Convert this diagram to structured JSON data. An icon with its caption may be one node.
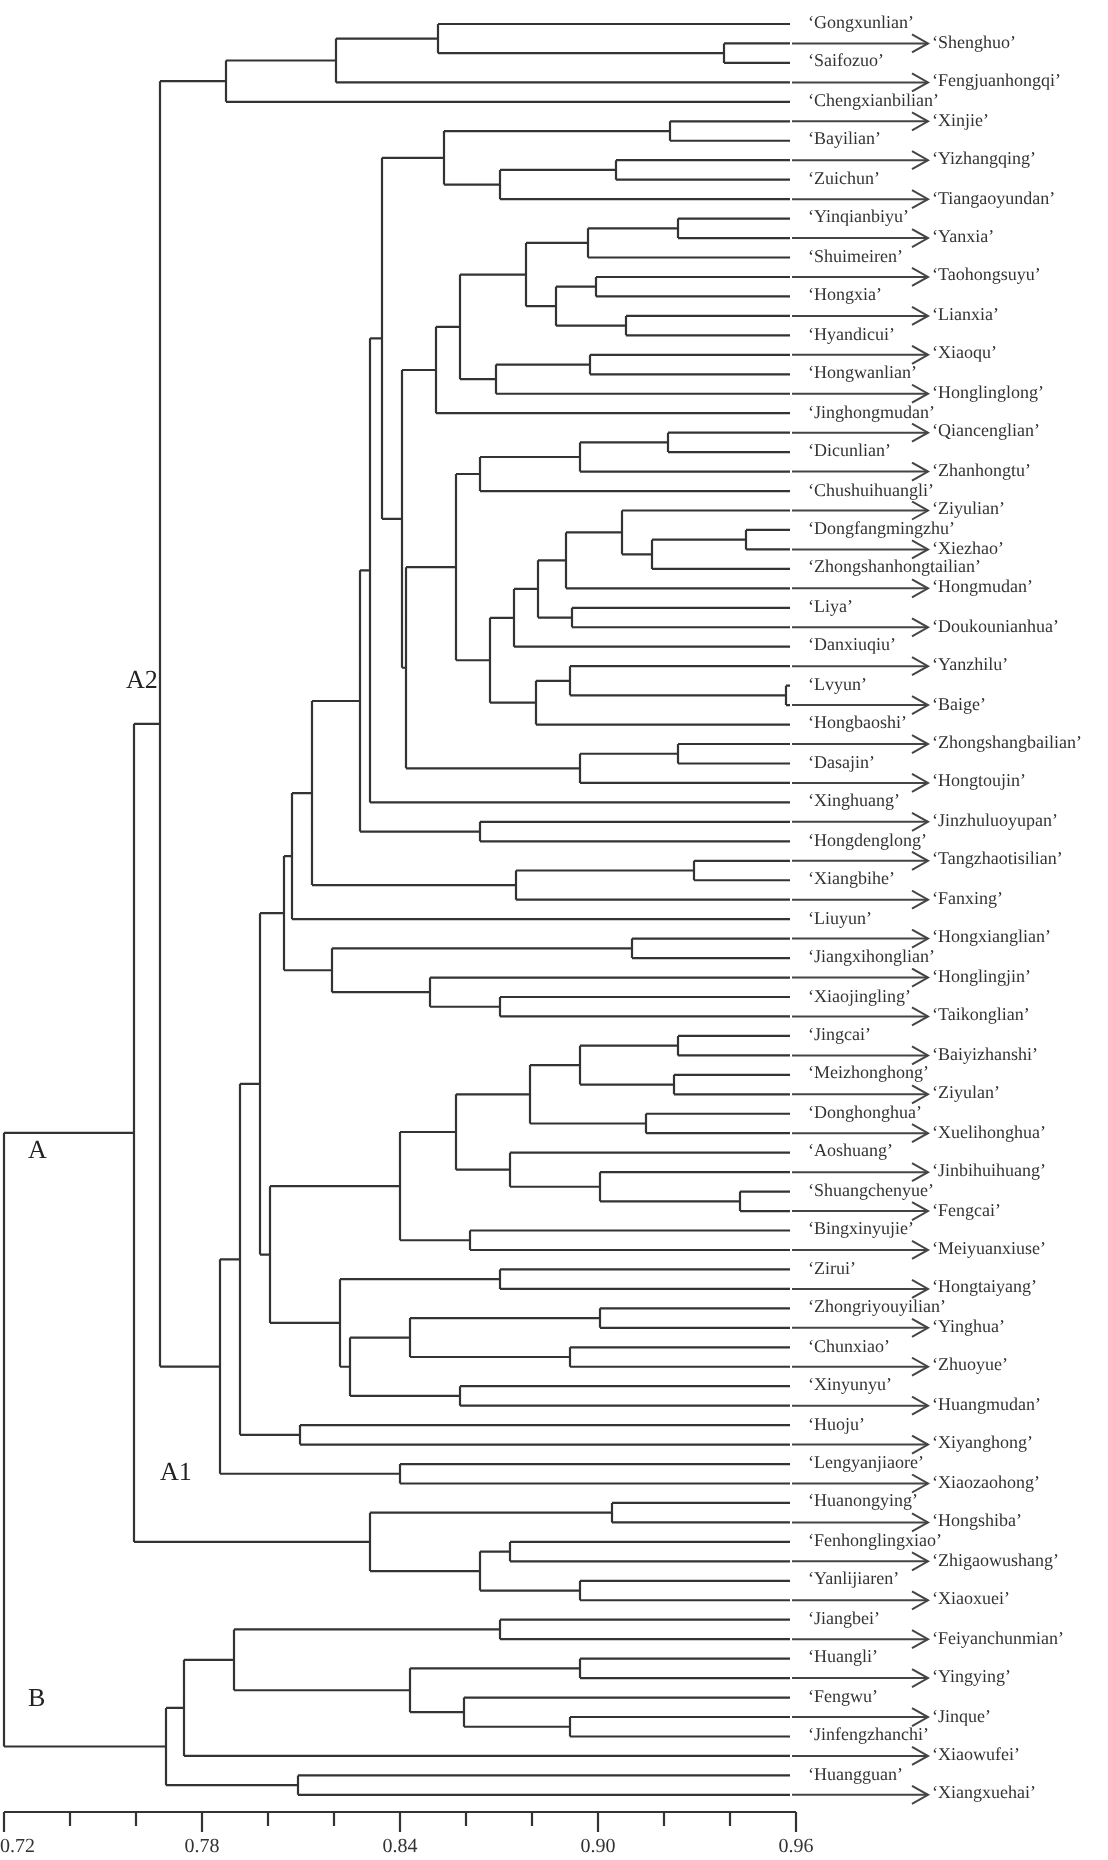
{
  "diagram": {
    "nodes": [
      {
        "text": [
          "‘Shenghuo’"
        ]
      },
      {
        "text": [
          "‘Fengjuanhongqi’"
        ]
      },
      {
        "text": [
          "‘Xinjie’"
        ]
      },
      {
        "text": [
          "‘Yizhangqing’"
        ]
      },
      {
        "text": [
          "‘Tiangaoyundan’"
        ]
      },
      {
        "text": [
          "‘Yanxia’"
        ]
      },
      {
        "text": [
          "‘Taohongsuyu’"
        ]
      },
      {
        "text": [
          "‘Lianxia’"
        ]
      },
      {
        "text": [
          "‘Xiaoqu’"
        ]
      },
      {
        "text": [
          "‘Honglinglong’"
        ]
      },
      {
        "text": [
          "‘Qiancenglian’"
        ]
      },
      {
        "text": [
          "‘Zhanhongtu’"
        ]
      },
      {
        "text": [
          "‘Ziyulian’"
        ]
      },
      {
        "text": [
          "‘Xiezhao’"
        ]
      },
      {
        "text": [
          "‘Hongmudan’"
        ]
      },
      {
        "text": [
          "‘Doukounianhua’"
        ]
      },
      {
        "text": [
          "‘Yanzhilu’"
        ]
      },
      {
        "text": [
          "‘Baige’"
        ]
      },
      {
        "text": [
          "‘Zhongshangbailian’"
        ]
      },
      {
        "text": [
          "‘Hongtoujin’"
        ]
      },
      {
        "text": [
          "‘Jinzhuluoyupan’"
        ]
      },
      {
        "text": [
          "‘Tangzhaotisilian’"
        ]
      },
      {
        "text": [
          "‘Fanxing’"
        ]
      },
      {
        "text": [
          "‘Hongxianglian’"
        ]
      },
      {
        "text": [
          "‘Honglingjin’"
        ]
      },
      {
        "text": [
          "‘Taikonglian’"
        ]
      },
      {
        "text": [
          "‘Baiyizhanshi’"
        ]
      },
      {
        "text": [
          "‘Ziyulan’"
        ]
      },
      {
        "text": [
          "‘Xuelihonghua’"
        ]
      },
      {
        "text": [
          "‘Jinbihuihuang’"
        ]
      },
      {
        "text": [
          "‘Fengcai’"
        ]
      },
      {
        "text": [
          "‘Meiyuanxiuse’"
        ]
      },
      {
        "text": [
          "‘Hongtaiyang’"
        ]
      },
      {
        "text": [
          "‘Yinghua’"
        ]
      },
      {
        "text": [
          "‘Zhuoyue’"
        ]
      },
      {
        "text": [
          "‘Huangmudan’"
        ]
      },
      {
        "text": [
          "‘Xiyanghong’"
        ]
      },
      {
        "text": [
          "‘Xiaozaohong’"
        ]
      },
      {
        "text": [
          "‘Hongshiba’"
        ]
      },
      {
        "text": [
          "‘Zhigaowushang’"
        ]
      },
      {
        "text": [
          "‘Xiaoxuei’"
        ]
      },
      {
        "text": [
          "‘Feiyanchunmian’"
        ]
      },
      {
        "text": [
          "‘Yingying’"
        ]
      },
      {
        "text": [
          "‘Jinque’"
        ]
      },
      {
        "text": [
          "‘Xiaowufei’"
        ]
      },
      {
        "text": [
          "‘Xiangxuehai’"
        ]
      }
    ],
    "edges": [
      {
        "from": null,
        "to": 0,
        "arrow": "to"
      },
      {
        "from": null,
        "to": 1,
        "arrow": "to"
      },
      {
        "from": null,
        "to": 2,
        "arrow": "to"
      },
      {
        "from": null,
        "to": 3,
        "arrow": "to"
      },
      {
        "from": null,
        "to": 4,
        "arrow": "to"
      },
      {
        "from": null,
        "to": 5,
        "arrow": "to"
      },
      {
        "from": null,
        "to": 6,
        "arrow": "to"
      },
      {
        "from": null,
        "to": 7,
        "arrow": "to"
      },
      {
        "from": null,
        "to": 8,
        "arrow": "to"
      },
      {
        "from": null,
        "to": 9,
        "arrow": "to"
      },
      {
        "from": null,
        "to": 10,
        "arrow": "to"
      },
      {
        "from": null,
        "to": 11,
        "arrow": "to"
      },
      {
        "from": null,
        "to": 12,
        "arrow": "to"
      },
      {
        "from": null,
        "to": 13,
        "arrow": "to"
      },
      {
        "from": null,
        "to": 14,
        "arrow": "to"
      },
      {
        "from": null,
        "to": 15,
        "arrow": "to"
      },
      {
        "from": null,
        "to": 16,
        "arrow": "to"
      },
      {
        "from": null,
        "to": 17,
        "arrow": "to"
      },
      {
        "from": null,
        "to": 18,
        "arrow": "to"
      },
      {
        "from": null,
        "to": 19,
        "arrow": "to"
      },
      {
        "from": null,
        "to": 20,
        "arrow": "to"
      },
      {
        "from": null,
        "to": 21,
        "arrow": "to"
      },
      {
        "from": null,
        "to": 22,
        "arrow": "to"
      },
      {
        "from": null,
        "to": 23,
        "arrow": "to"
      },
      {
        "from": null,
        "to": 24,
        "arrow": "to"
      },
      {
        "from": null,
        "to": 25,
        "arrow": "to"
      },
      {
        "from": null,
        "to": 26,
        "arrow": "to"
      },
      {
        "from": null,
        "to": 27,
        "arrow": "to"
      },
      {
        "from": null,
        "to": 28,
        "arrow": "to"
      },
      {
        "from": null,
        "to": 29,
        "arrow": "to"
      },
      {
        "from": null,
        "to": 30,
        "arrow": "to"
      },
      {
        "from": null,
        "to": 31,
        "arrow": "to"
      },
      {
        "from": null,
        "to": 32,
        "arrow": "to"
      },
      {
        "from": null,
        "to": 33,
        "arrow": "to"
      },
      {
        "from": null,
        "to": 34,
        "arrow": "to"
      },
      {
        "from": null,
        "to": 35,
        "arrow": "to"
      },
      {
        "from": null,
        "to": 36,
        "arrow": "to"
      },
      {
        "from": null,
        "to": 37,
        "arrow": "to"
      },
      {
        "from": null,
        "to": 38,
        "arrow": "to"
      },
      {
        "from": null,
        "to": 39,
        "arrow": "to"
      },
      {
        "from": null,
        "to": 40,
        "arrow": "to"
      },
      {
        "from": null,
        "to": 41,
        "arrow": "to"
      },
      {
        "from": null,
        "to": 42,
        "arrow": "to"
      },
      {
        "from": null,
        "to": 43,
        "arrow": "to"
      },
      {
        "from": null,
        "to": 44,
        "arrow": "to"
      },
      {
        "from": null,
        "to": 45,
        "arrow": "to"
      }
    ],
    "labels": [
      "‘Gongxunlian’",
      "‘Saifozuo’",
      "‘Chengxianbilian’",
      "‘Bayilian’",
      "‘Zuichun’",
      "‘Yinqianbiyu’",
      "‘Shuimeiren’",
      "‘Hongxia’",
      "‘Hyandicui’",
      "‘Hongwanlian’",
      "‘Jinghongmudan’",
      "‘Dicunlian’",
      "‘Chushuihuangli’",
      "‘Dongfangmingzhu’",
      "‘Zhongshanhongtailian’",
      "‘Liya’",
      "‘Danxiuqiu’",
      "‘Lvyun’",
      "‘Hongbaoshi’",
      "‘Dasajin’",
      "‘Xinghuang’",
      "‘Hongdenglong’",
      "‘Xiangbihe’",
      "‘Liuyun’",
      "‘Jiangxihonglian’",
      "‘Xiaojingling’",
      "‘Jingcai’",
      "‘Meizhonghong’",
      "‘Donghonghua’",
      "‘Aoshuang’",
      "‘Shuangchenyue’",
      "‘Bingxinyujie’",
      "‘Zirui’",
      "‘Zhongriyouyilian’",
      "‘Chunxiao’",
      "‘Xinyunyu’",
      "‘Huoju’",
      "‘Lengyanjiaore’",
      "‘Huanongying’",
      "‘Fenhonglingxiao’",
      "‘Yanlijiaren’",
      "‘Jiangbei’",
      "‘Huangli’",
      "‘Fengwu’",
      "‘Jinfengzhanchi’",
      "‘Huangguan’",
      "A2",
      "A",
      "A1",
      "B",
      "0.72",
      "0.78",
      "0.84",
      "0.90",
      "0.96"
    ]
  }
}
